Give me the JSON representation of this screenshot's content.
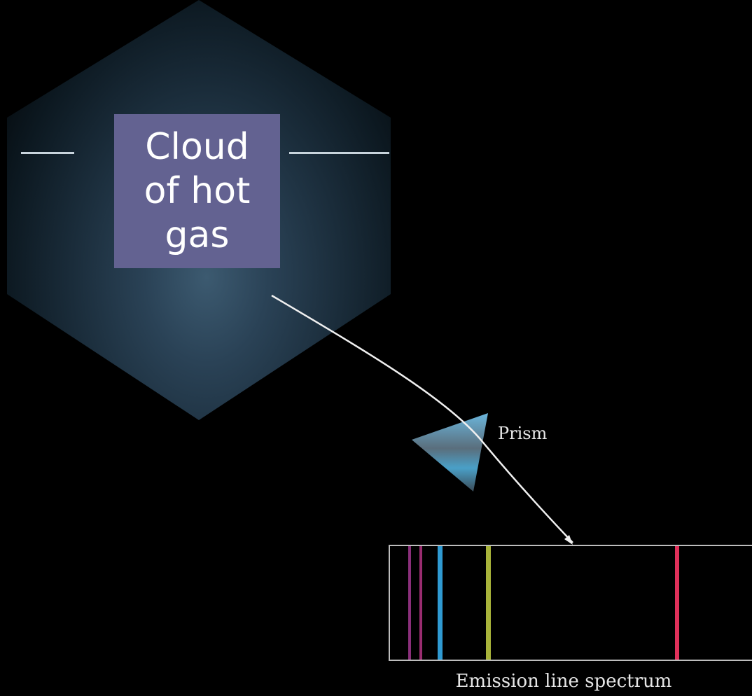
{
  "cloud": {
    "label": "Cloud of hot gas",
    "label_color": "#636291"
  },
  "prism": {
    "label": "Prism",
    "color": "#5fa6c8"
  },
  "spectrum": {
    "caption": "Emission line spectrum",
    "lines": [
      {
        "name": "violet-line-1",
        "color": "#8a2f7a"
      },
      {
        "name": "violet-line-2",
        "color": "#9a2c70"
      },
      {
        "name": "blue-line",
        "color": "#2f9ad2"
      },
      {
        "name": "green-yellow-line",
        "color": "#a8b33a"
      },
      {
        "name": "red-line",
        "color": "#e0305a"
      }
    ]
  }
}
